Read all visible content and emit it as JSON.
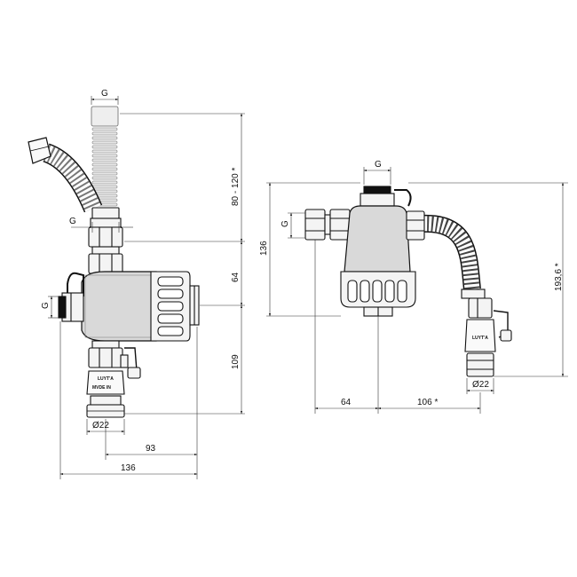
{
  "left_view": {
    "label_g_top": "G",
    "label_g_middle": "G",
    "label_g_left": "G",
    "dim_flex_length": "80 - 120 *",
    "dim_body_height": "64",
    "dim_lower_height": "109",
    "dim_pipe_diameter": "Ø22",
    "dim_half_width": "93",
    "dim_total_width": "136",
    "valve_brand": "MVDE IN",
    "valve_mark": "LUYT'A"
  },
  "right_view": {
    "label_g_top": "G",
    "label_g_left": "G",
    "dim_total_height": "136",
    "dim_flex_height": "193,6 *",
    "dim_left_width": "64",
    "dim_right_width": "106 *",
    "dim_pipe_diameter": "Ø22",
    "valve_mark": "LUYT'A"
  },
  "colors": {
    "line": "#111111",
    "body_fill": "#d9d9d9",
    "hose_light": "#bdbdbd",
    "dim_line": "#333333"
  }
}
